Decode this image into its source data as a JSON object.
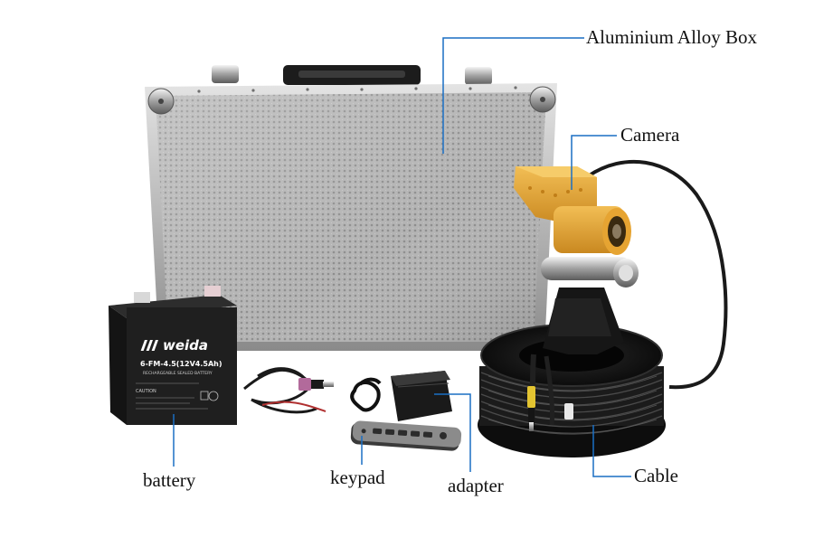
{
  "labels": {
    "box": "Aluminium Alloy Box",
    "camera": "Camera",
    "cable": "Cable",
    "battery": "battery",
    "keypad": "keypad",
    "adapter": "adapter"
  },
  "battery": {
    "brand": "weida",
    "model": "6-FM-4.5(12V4.5Ah)",
    "type": "RECHARGEABLE SEALED BATTERY",
    "caution": "CAUTION"
  },
  "colors": {
    "leader_line": "#1a6fc4",
    "camera_housing": "#e0a030",
    "case_metal": "#b9b9b9",
    "battery_body": "#1e1e1e"
  }
}
